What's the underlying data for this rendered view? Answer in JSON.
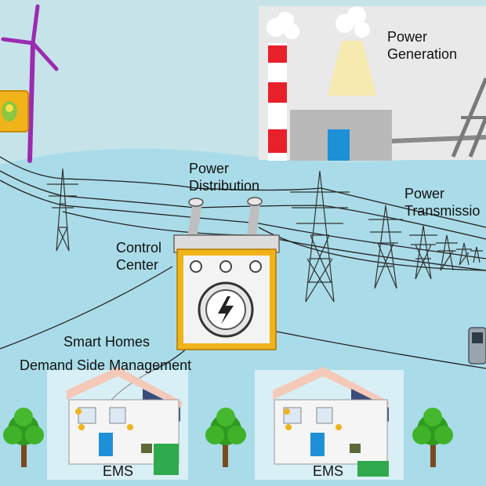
{
  "labels": {
    "power_generation": [
      "Power",
      "Generation"
    ],
    "power_distribution": [
      "Power",
      "Distribution"
    ],
    "power_transmission": [
      "Power",
      "Transmissio"
    ],
    "control_center": [
      "Control",
      "Center"
    ],
    "smart_homes": "Smart Homes",
    "demand_side_management": "Demand Side Management",
    "ems_left": "EMS",
    "ems_right": "EMS"
  },
  "icons": [
    "wind-turbine-icon",
    "solar-panel-icon",
    "power-plant-icon",
    "transmission-tower-icon",
    "transformer-icon",
    "lightning-bolt-icon",
    "smart-home-icon",
    "tree-icon"
  ],
  "colors": {
    "sky": "#c6e3ea",
    "ground": "#a9dce8",
    "turbine": "#9b2bb0",
    "plant_bg": "#e9e9e9",
    "chimney_red": "#e8202a",
    "plant_yellow": "#f7eab0",
    "transformer_border": "#f0b31a",
    "door_blue": "#1e90d8",
    "tree_green": "#2e9b1f"
  }
}
